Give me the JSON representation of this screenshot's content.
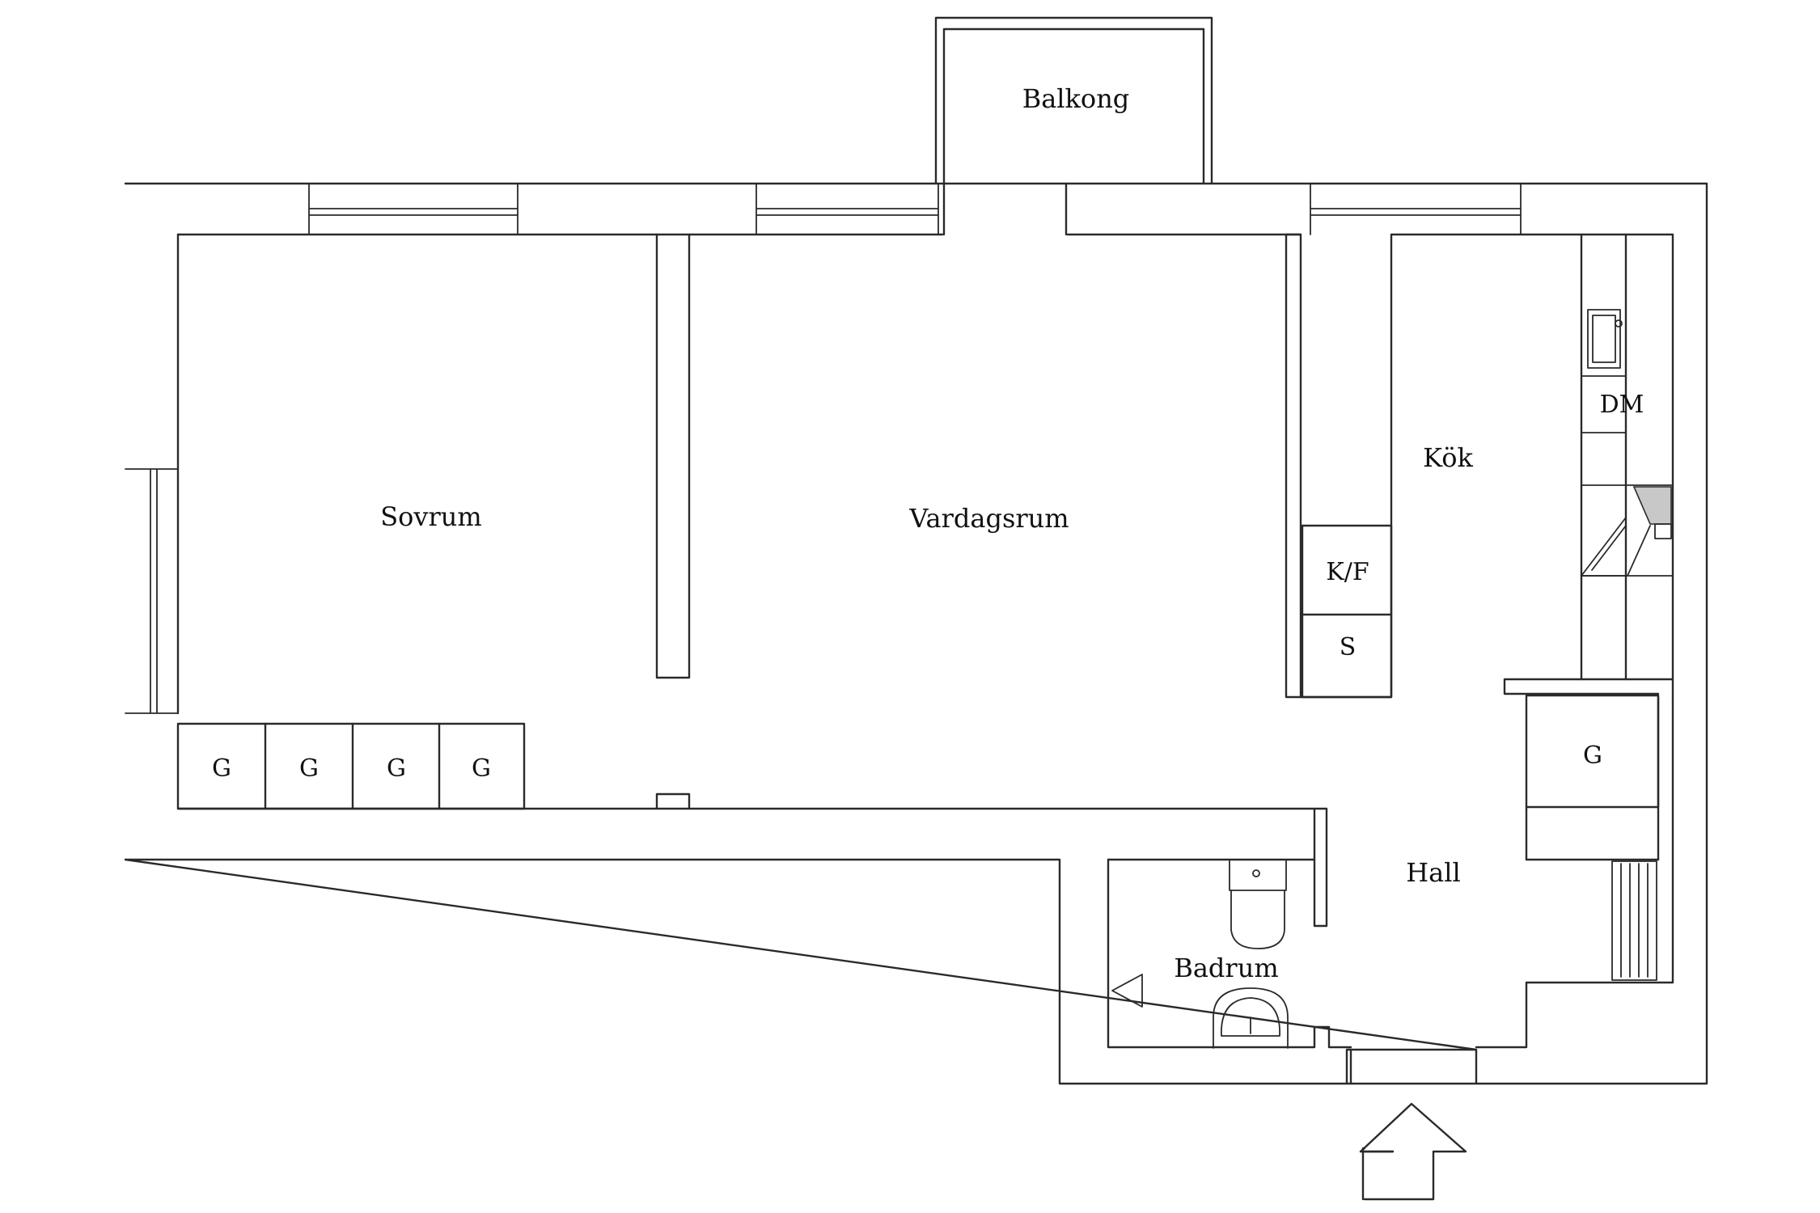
{
  "rooms": {
    "balkong": "Balkong",
    "sovrum": "Sovrum",
    "vardagsrum": "Vardagsrum",
    "kok": "Kök",
    "hall": "Hall",
    "badrum": "Badrum"
  },
  "fixtures": {
    "dm": "DM",
    "kf": "K/F",
    "s": "S",
    "wardrobe": "G"
  },
  "colors": {
    "line": "#2a2a2a",
    "shade": "#c8c8c8"
  }
}
